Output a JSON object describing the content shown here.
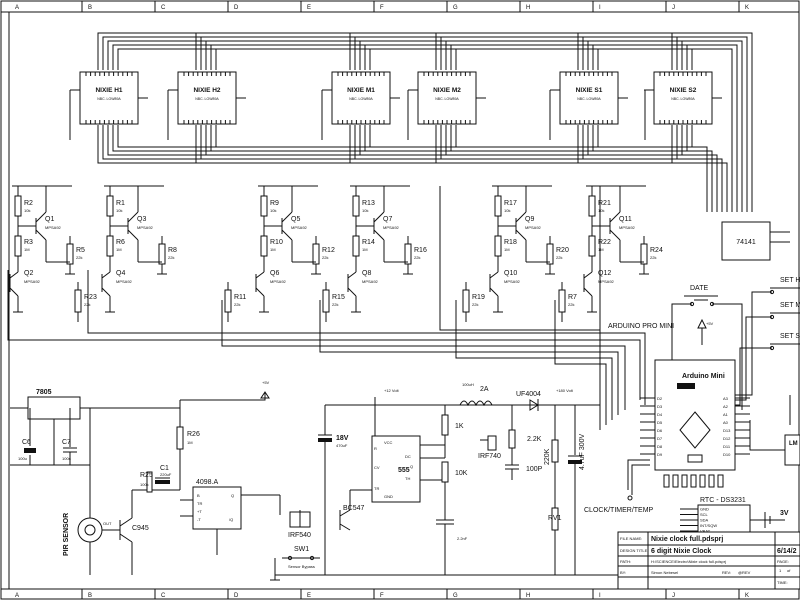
{
  "border": {
    "top_letters": [
      "A",
      "B",
      "C",
      "D",
      "E",
      "F",
      "G",
      "H",
      "I",
      "J",
      "K"
    ],
    "bottom_letters": [
      "A",
      "B",
      "C",
      "D",
      "E",
      "F",
      "G",
      "H",
      "I",
      "J",
      "K"
    ]
  },
  "nixie_tubes": [
    {
      "label": "NIXIE H1",
      "sub": "NBC. LOW89A"
    },
    {
      "label": "NIXIE H2",
      "sub": "NBC. LOW89A"
    },
    {
      "label": "NIXIE M1",
      "sub": "NBC. LOW89A"
    },
    {
      "label": "NIXIE M2",
      "sub": "NBC. LOW89A"
    },
    {
      "label": "NIXIE S1",
      "sub": "NBC. LOW89A"
    },
    {
      "label": "NIXIE S2",
      "sub": "NBC. LOW89A"
    }
  ],
  "decoder": {
    "label": "74141"
  },
  "resistors_top": [
    "R2",
    "R3",
    "R5",
    "R1",
    "R6",
    "R8",
    "R9",
    "R10",
    "R12",
    "R13",
    "R14",
    "R16",
    "R17",
    "R18",
    "R20",
    "R21",
    "R22",
    "R24"
  ],
  "resistor_values": {
    "r10k": "10k",
    "r22k": "22k",
    "r1m": "1M"
  },
  "transistors": [
    "Q1",
    "Q2",
    "Q3",
    "Q4",
    "Q5",
    "Q6",
    "Q7",
    "Q8",
    "Q9",
    "Q10",
    "Q11",
    "Q12"
  ],
  "transistor_type": "MPSA92",
  "base_resistors": [
    "R23",
    "R11",
    "R15",
    "R19",
    "R7"
  ],
  "set_buttons": [
    "SET H",
    "SET M",
    "SET S"
  ],
  "date_button": "DATE",
  "arduino": {
    "label": "ARDUINO PRO MINI",
    "board": "Arduino Mini",
    "left_pins": [
      "D2",
      "D3",
      "D4",
      "D5",
      "D6",
      "D7",
      "D8",
      "D9"
    ],
    "right_pins": [
      "A3",
      "A2",
      "A1",
      "A0",
      "D13",
      "D12",
      "D11",
      "D10"
    ],
    "vcc": "+5V"
  },
  "rtc": {
    "label": "RTC - DS3231",
    "pins": [
      "GND",
      "SCL",
      "SDA",
      "INT/SQW",
      "VBAT"
    ]
  },
  "mode_switch": "CLOCK/TIMER/TEMP",
  "regulator": {
    "label": "7805"
  },
  "caps": [
    {
      "name": "C6",
      "value": "100u"
    },
    {
      "name": "C7",
      "value": "100n"
    },
    {
      "name": "C1",
      "value": "220uF"
    }
  ],
  "r26": {
    "name": "R26",
    "value": "1M"
  },
  "r25": {
    "name": "R25",
    "value": "100k"
  },
  "cd4098": {
    "label": "4098.A",
    "pins": [
      "B",
      "TR",
      "+T",
      "-T",
      "Q",
      "/Q",
      "CD"
    ]
  },
  "pir": {
    "label": "PIR SENSOR",
    "pin1": "+5V",
    "pin2": "OUT",
    "pin3": "GND"
  },
  "q_c945": "C945",
  "mosfet1": {
    "label": "IRF540",
    "switch": "SW1",
    "note": "Sensor Bypass"
  },
  "supply": {
    "label": "+5V",
    "cap": "18V",
    "cap2": "470uF"
  },
  "timer555": {
    "label": "555",
    "pins": [
      "VCC",
      "DC",
      "TH",
      "CV",
      "GND",
      "TR",
      "Q",
      "R"
    ]
  },
  "bc547": "BC547",
  "boost": {
    "inductor": "100uH",
    "current": "2A",
    "diode": "UF4004",
    "out": "+180 Volt",
    "mosfet": "IRF740",
    "r1": "1K",
    "r2": "10K",
    "r3": "2.2K",
    "c": "100P",
    "r4": "220K",
    "rv": "RV1",
    "cout": "4.7uF 300V",
    "cin": "2.2nF",
    "vin": "+12 Volt"
  },
  "battery": "3V",
  "lm": "LM",
  "title_block": {
    "file_name_label": "FILE NAME:",
    "file_name": "Nixie clock full.pdsprj",
    "design_title_label": "DESIGN TITLE:",
    "design_title": "6 digit Nixie Clock",
    "path_label": "PATH:",
    "path": "H:\\SCIENCE\\Electro\\Nixie clock full.pdsprj",
    "by_label": "BY:",
    "by": "Simon Nebesel",
    "rev_label": "REV:",
    "rev": "@REV",
    "date": "6/14/2",
    "page_label": "PAGE:",
    "page": "1",
    "of": "of",
    "time_label": "TIME:"
  }
}
